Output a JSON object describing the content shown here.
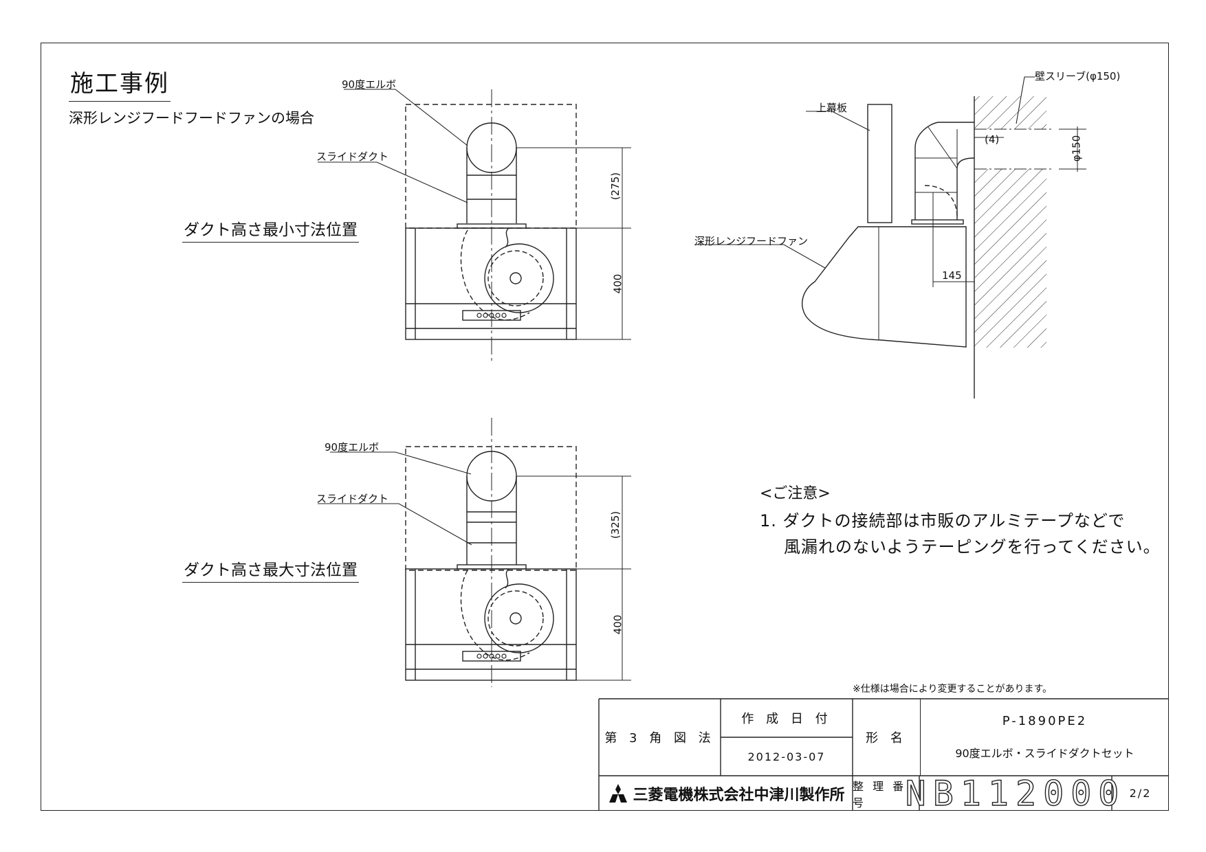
{
  "header": {
    "title": "施工事例",
    "subtitle": "深形レンジフードフードファンの場合"
  },
  "top_view": {
    "position_label": "ダクト高さ最小寸法位置",
    "elbow_label": "90度エルボ",
    "duct_label": "スライドダクト",
    "dim_duct": "(275)",
    "dim_hood": "400"
  },
  "bottom_view": {
    "position_label": "ダクト高さ最大寸法位置",
    "elbow_label": "90度エルボ",
    "duct_label": "スライドダクト",
    "dim_duct": "(325)",
    "dim_hood": "400"
  },
  "side_view": {
    "sleeve_label": "壁スリーブ(φ150)",
    "top_panel_label": "上幕板",
    "fan_label": "深形レンジフードファン",
    "dim_gap": "(4)",
    "dim_dia": "φ150",
    "dim_offset": "145"
  },
  "notes": {
    "heading": "<ご注意>",
    "line1": "1. ダクトの接続部は市販のアルミテープなどで",
    "line2": "風漏れのないようテーピングを行ってください。"
  },
  "spec_note": "※仕様は場合により変更することがあります。",
  "title_block": {
    "projection": "第 3 角 図 法",
    "date_label": "作 成 日 付",
    "date_value": "2012-03-07",
    "model_label": "形 名",
    "model_no": "P-1890PE2",
    "model_desc": "90度エルボ・スライドダクトセット",
    "company": "三菱電機株式会社中津川製作所",
    "ref_label": "整 理 番 号",
    "drawing_no": "NB112000",
    "sheet": "2/2"
  }
}
